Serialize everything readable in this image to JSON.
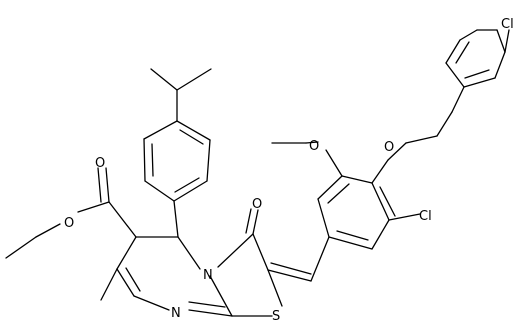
{
  "atoms": {
    "cl_top": "Cl",
    "o_benzyl": "O",
    "o_methoxy": "O",
    "cl_right": "Cl",
    "o_ketone": "O",
    "o_ester_carbonyl": "O",
    "o_ester_ether": "O",
    "n_bridge": "N",
    "n_ring": "N",
    "s_ring": "S"
  }
}
